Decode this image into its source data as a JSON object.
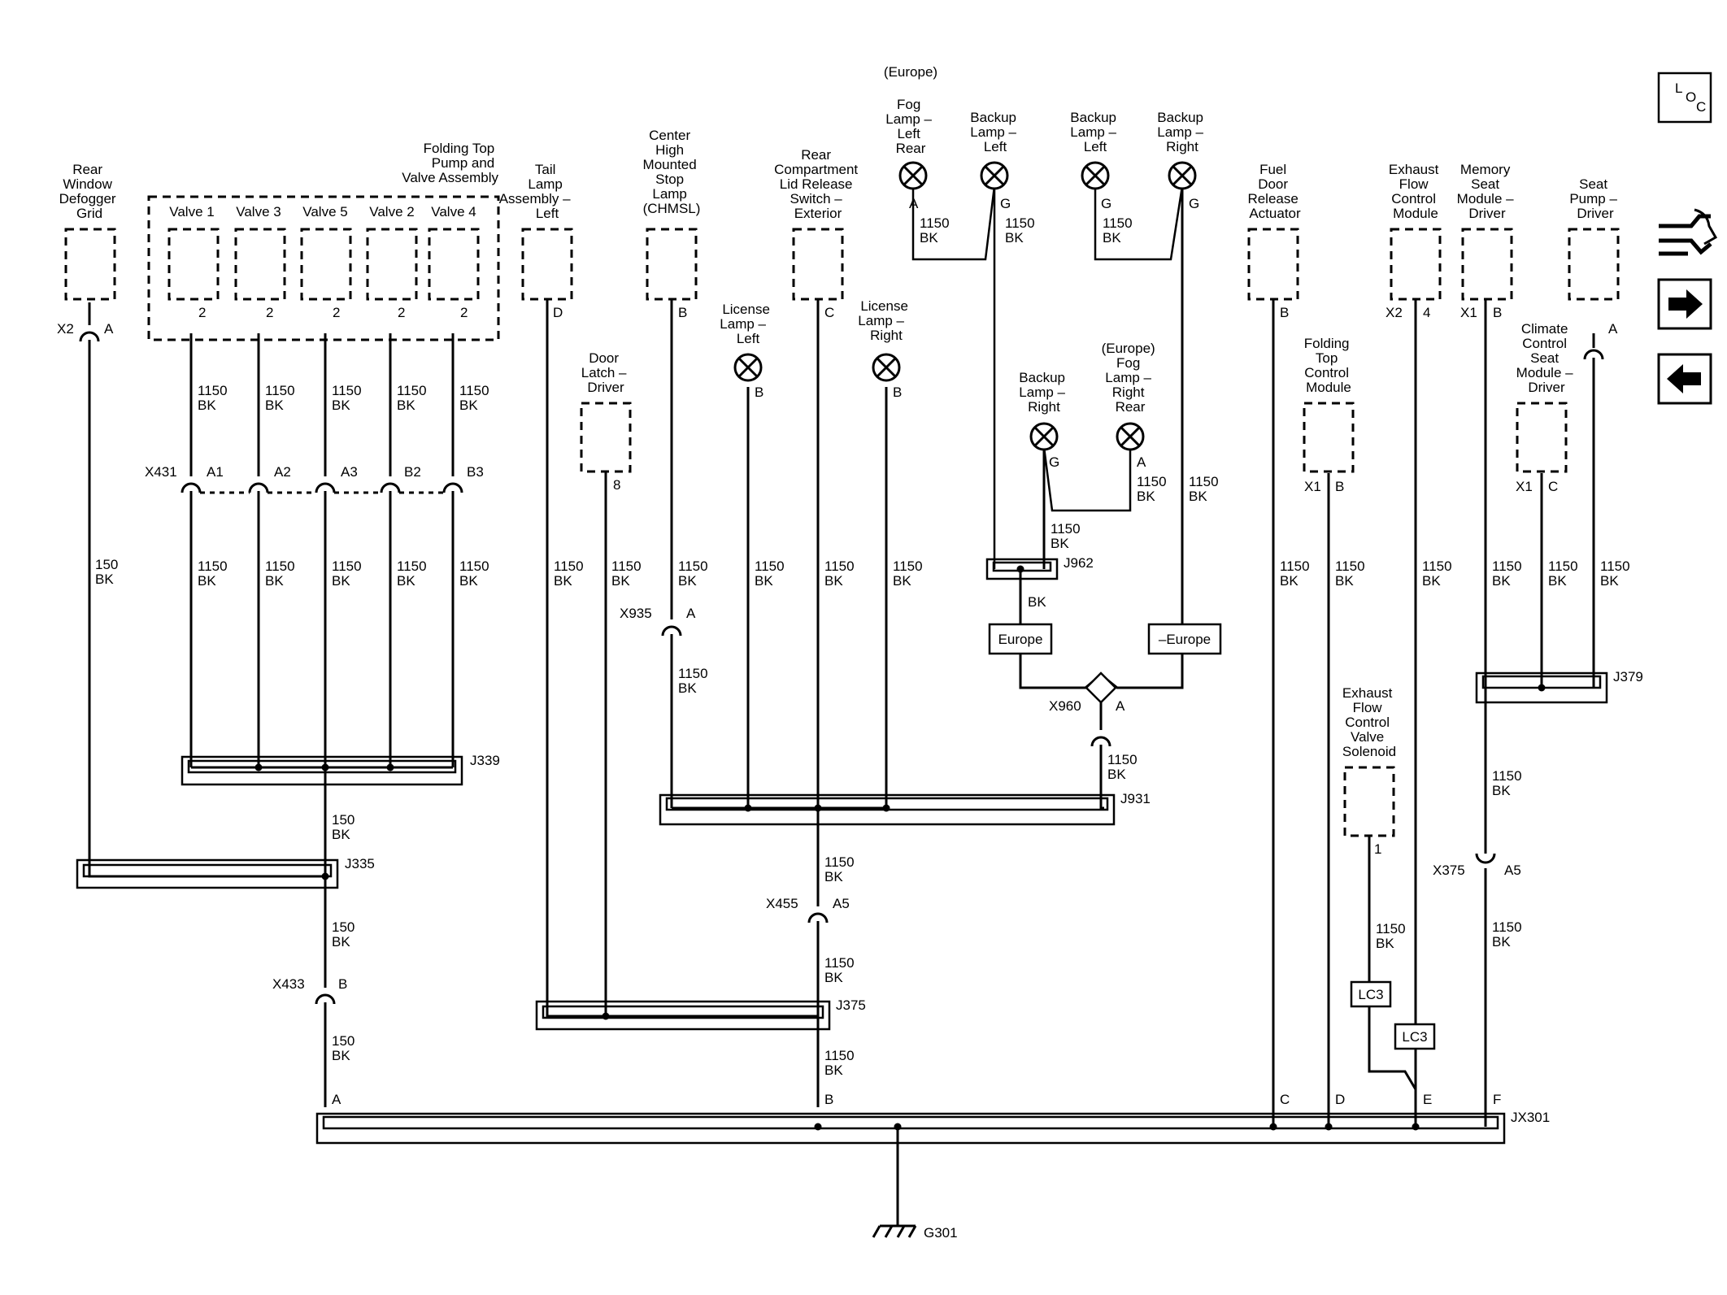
{
  "components": {
    "defogger": [
      "Rear",
      "Window",
      "Defogger",
      "Grid"
    ],
    "folding_top_pump": [
      "Folding Top",
      "Pump and",
      "Valve Assembly"
    ],
    "valves": [
      "Valve 1",
      "Valve 3",
      "Valve 5",
      "Valve 2",
      "Valve 4"
    ],
    "tail_lamp": [
      "Tail",
      "Lamp",
      "Assembly –",
      "Left"
    ],
    "door_latch": [
      "Door",
      "Latch –",
      "Driver"
    ],
    "chmsl": [
      "Center",
      "High",
      "Mounted",
      "Stop",
      "Lamp",
      "(CHMSL)"
    ],
    "license_left": [
      "License",
      "Lamp –",
      "Left"
    ],
    "rear_comp": [
      "Rear",
      "Compartment",
      "Lid Release",
      "Switch –",
      "Exterior"
    ],
    "license_right": [
      "License",
      "Lamp –",
      "Right"
    ],
    "europe_top": "(Europe)",
    "fog_left": [
      "Fog",
      "Lamp –",
      "Left",
      "Rear"
    ],
    "backup_left_1": [
      "Backup",
      "Lamp –",
      "Left"
    ],
    "backup_left_2": [
      "Backup",
      "Lamp –",
      "Left"
    ],
    "backup_right_1": [
      "Backup",
      "Lamp –",
      "Right"
    ],
    "backup_right_2": [
      "Backup",
      "Lamp –",
      "Right"
    ],
    "fog_right": [
      "(Europe)",
      "Fog",
      "Lamp –",
      "Right",
      "Rear"
    ],
    "fuel_door": [
      "Fuel",
      "Door",
      "Release",
      "Actuator"
    ],
    "folding_top_ctrl": [
      "Folding",
      "Top",
      "Control",
      "Module"
    ],
    "exhaust_module": [
      "Exhaust",
      "Flow",
      "Control",
      "Module"
    ],
    "exhaust_solenoid": [
      "Exhaust",
      "Flow",
      "Control",
      "Valve",
      "Solenoid"
    ],
    "memory_seat": [
      "Memory",
      "Seat",
      "Module –",
      "Driver"
    ],
    "climate_seat": [
      "Climate",
      "Control",
      "Seat",
      "Module –",
      "Driver"
    ],
    "seat_pump": [
      "Seat",
      "Pump –",
      "Driver"
    ]
  },
  "wire": {
    "c1150": "1150",
    "c150": "150",
    "color": "BK"
  },
  "pins": {
    "two": "2",
    "A": "A",
    "B": "B",
    "C": "C",
    "D": "D",
    "E": "E",
    "F": "F",
    "G": "G",
    "eight": "8",
    "one": "1",
    "four": "4",
    "A1": "A1",
    "A2": "A2",
    "A3": "A3",
    "B2": "B2",
    "B3": "B3",
    "A5": "A5"
  },
  "connectors": {
    "X2": "X2",
    "X1": "X1",
    "X431": "X431",
    "X433": "X433",
    "X935": "X935",
    "X455": "X455",
    "X960": "X960",
    "X375": "X375"
  },
  "splices": {
    "J339": "J339",
    "J335": "J335",
    "J375": "J375",
    "J931": "J931",
    "J962": "J962",
    "J379": "J379",
    "JX301": "JX301"
  },
  "options": {
    "europe": "Europe",
    "not_europe": "–Europe",
    "lc3": "LC3"
  },
  "ground": "G301",
  "loc": {
    "L": "L",
    "O": "O",
    "C": "C"
  }
}
